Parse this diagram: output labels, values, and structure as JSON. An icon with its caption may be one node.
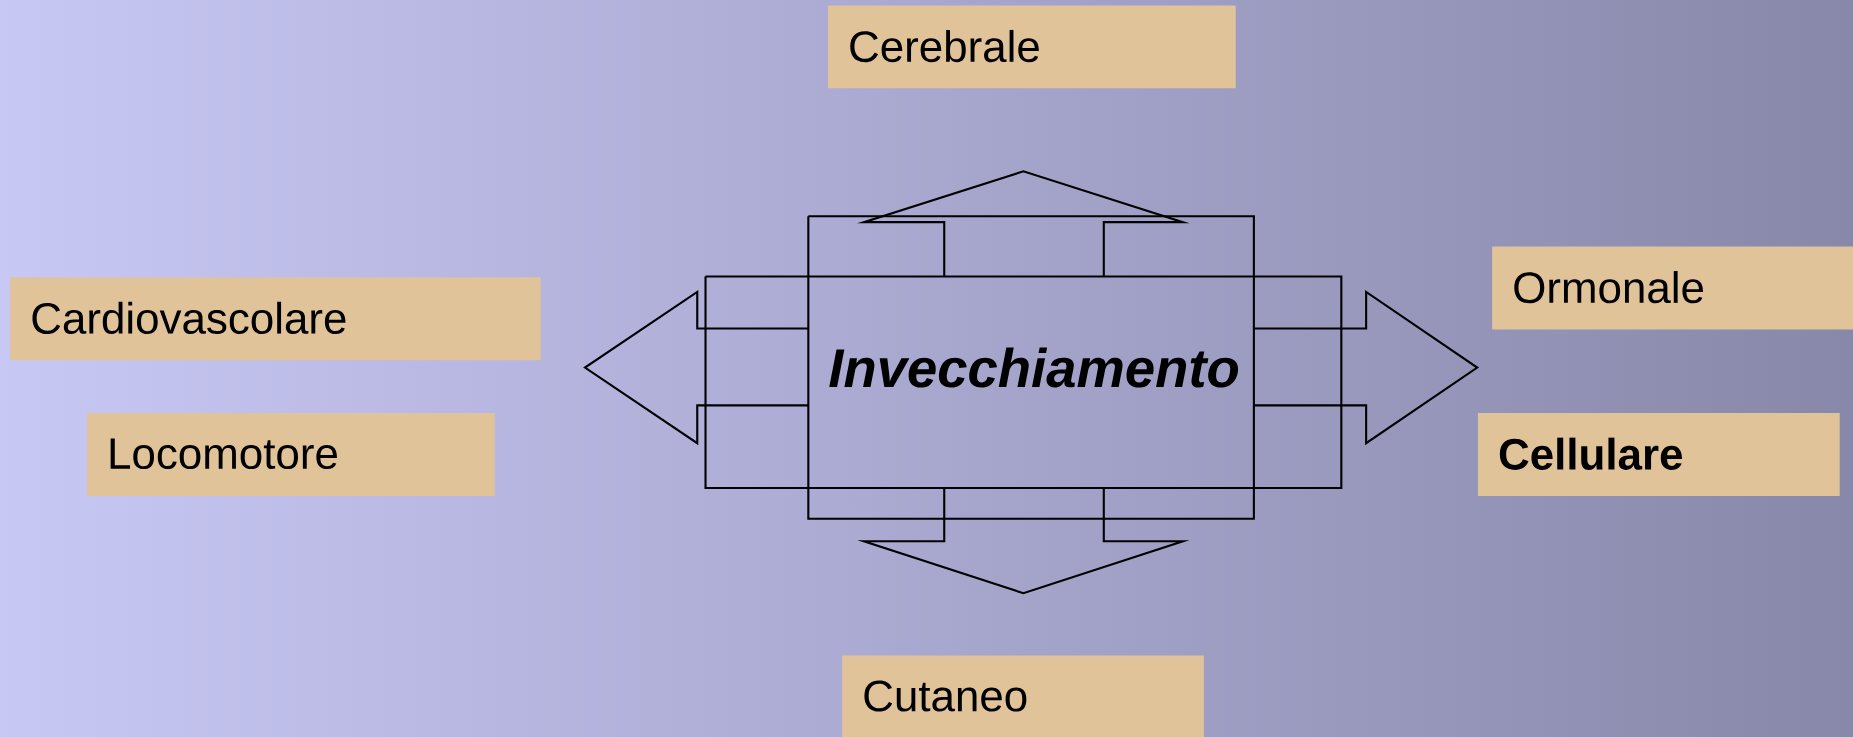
{
  "diagram": {
    "nodes": [
      {
        "text": [
          "Cerebrale"
        ]
      },
      {
        "text": [
          "Ormonale"
        ]
      },
      {
        "text": [
          "Cardiovascolare"
        ]
      },
      {
        "text": [
          "Invecchiamento"
        ]
      },
      {
        "text": [
          "Locomotore"
        ]
      },
      {
        "text": [
          "Cellulare"
        ]
      },
      {
        "text": [
          "Cutaneo"
        ]
      }
    ]
  }
}
